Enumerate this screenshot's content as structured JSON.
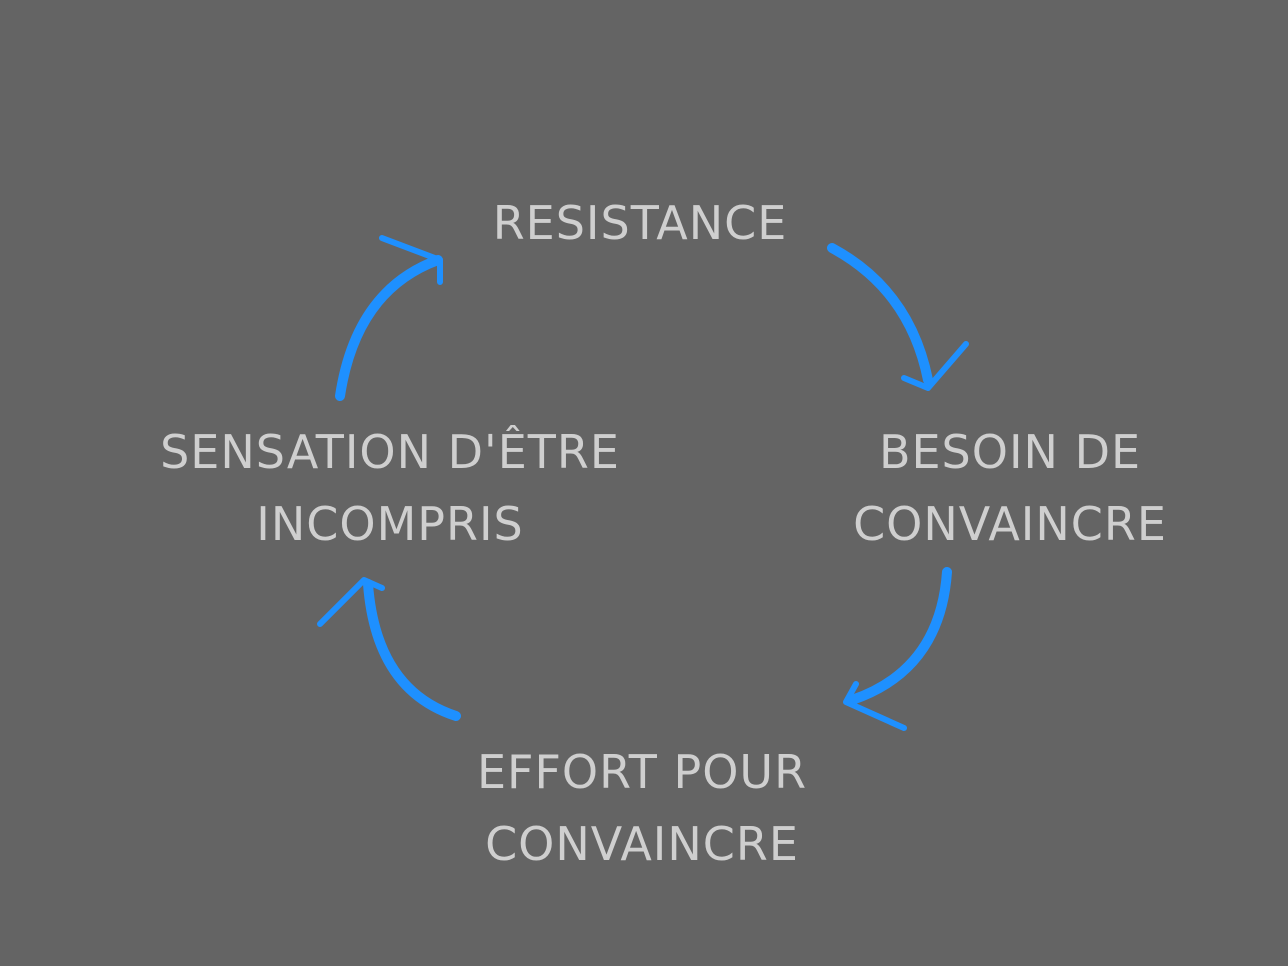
{
  "diagram": {
    "nodes": [
      {
        "id": "resistance",
        "lines": [
          "RESISTANCE"
        ]
      },
      {
        "id": "besoin",
        "lines": [
          "BESOIN DE",
          "CONVAINCRE"
        ]
      },
      {
        "id": "effort",
        "lines": [
          "EFFORT POUR",
          "CONVAINCRE"
        ]
      },
      {
        "id": "sensation",
        "lines": [
          "SENSATION D'ÊTRE",
          "INCOMPRIS"
        ]
      }
    ],
    "edges": [
      {
        "from": "resistance",
        "to": "besoin"
      },
      {
        "from": "besoin",
        "to": "effort"
      },
      {
        "from": "effort",
        "to": "sensation"
      },
      {
        "from": "sensation",
        "to": "resistance"
      }
    ]
  },
  "colors": {
    "background": "#646464",
    "text": "#cfcfcf",
    "arrow": "#1e90ff"
  }
}
